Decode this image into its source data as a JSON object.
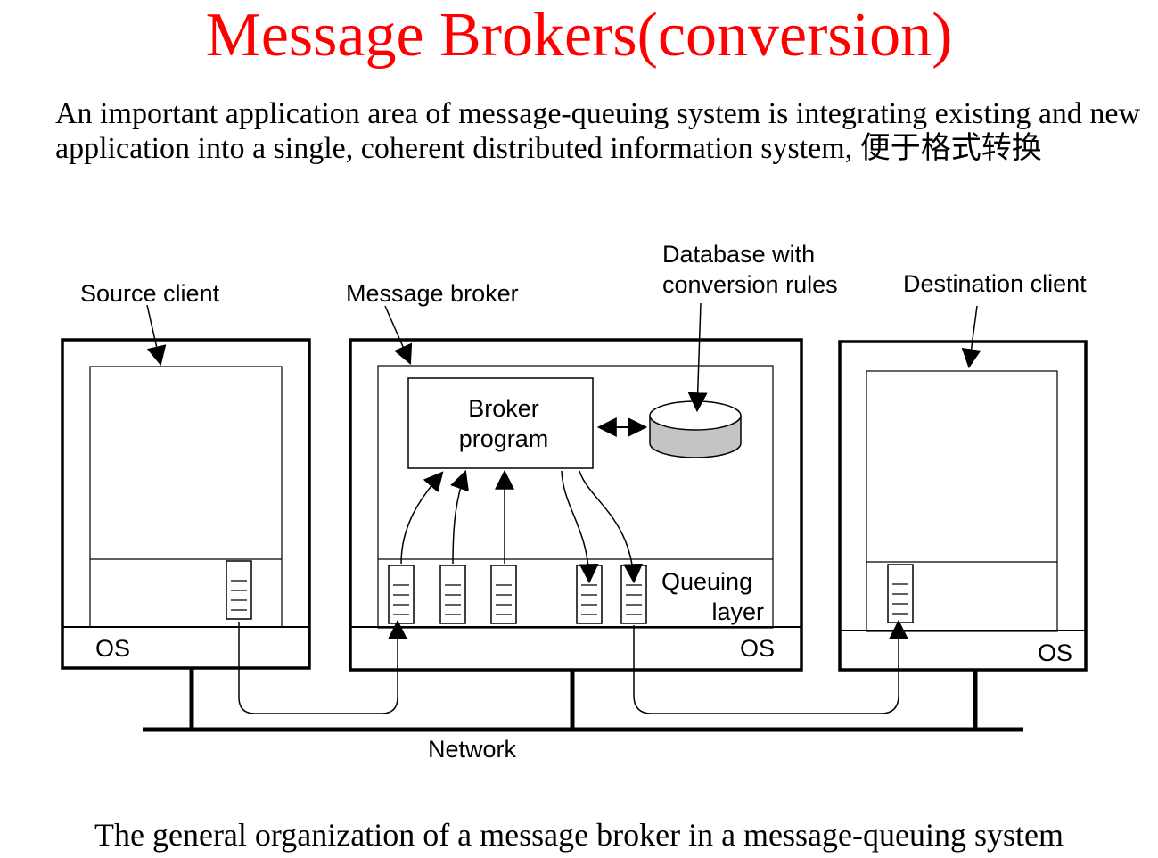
{
  "title": "Message Brokers(conversion)",
  "intro": "An important application area of message-queuing system is integrating existing and new application into a single, coherent distributed information system,  便于格式转换",
  "diagram": {
    "labels": {
      "source_client": "Source client",
      "message_broker": "Message broker",
      "database_line1": "Database with",
      "database_line2": "conversion rules",
      "destination_client": "Destination client",
      "broker_program_line1": "Broker",
      "broker_program_line2": "program",
      "queuing_line1": "Queuing",
      "queuing_line2": "layer",
      "os": "OS",
      "network": "Network"
    }
  },
  "caption": "The general organization of a message broker in a message-queuing system"
}
